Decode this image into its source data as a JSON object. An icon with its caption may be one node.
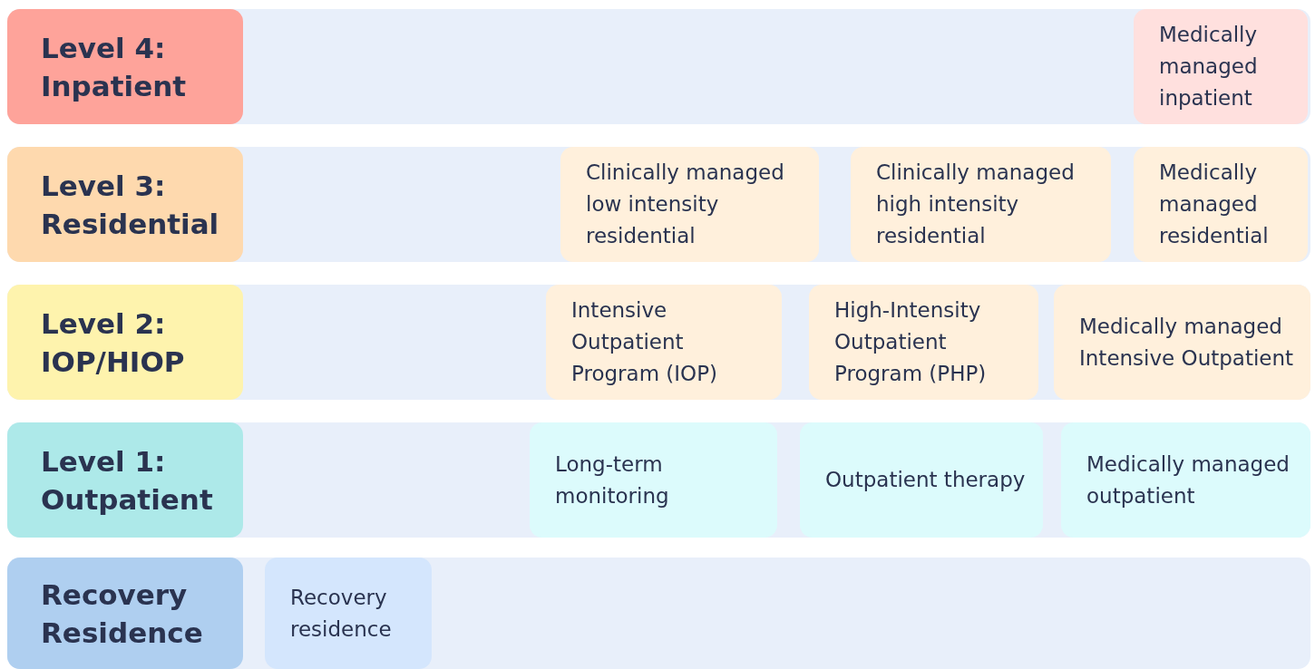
{
  "diagram": {
    "nodes": [
      {
        "text": [
          "Level 4: Inpatient"
        ]
      },
      {
        "text": [
          "Medically managed inpatient"
        ],
        "in": 0
      },
      {
        "text": [
          "Level 3: Residential"
        ]
      },
      {
        "text": [
          "Clinically managed low intensity residential"
        ],
        "in": 2
      },
      {
        "text": [
          "Clinically managed high intensity residential"
        ],
        "in": 2
      },
      {
        "text": [
          "Medically managed residential"
        ],
        "in": 2
      },
      {
        "text": [
          "Level 2: IOP/HIOP"
        ]
      },
      {
        "text": [
          "Intensive Outpatient Program (IOP)"
        ],
        "in": 6
      },
      {
        "text": [
          "High-Intensity Outpatient Program (PHP)"
        ],
        "in": 6
      },
      {
        "text": [
          "Medically managed Intensive Outpatient"
        ],
        "in": 6
      },
      {
        "text": [
          "Level 1: Outpatient"
        ]
      },
      {
        "text": [
          "Long-term monitoring"
        ],
        "in": 10
      },
      {
        "text": [
          "Outpatient therapy"
        ],
        "in": 10
      },
      {
        "text": [
          "Medically managed outpatient"
        ],
        "in": 10
      },
      {
        "text": [
          "Recovery Residence"
        ]
      },
      {
        "text": [
          "Recovery residence"
        ],
        "in": 14
      }
    ]
  }
}
